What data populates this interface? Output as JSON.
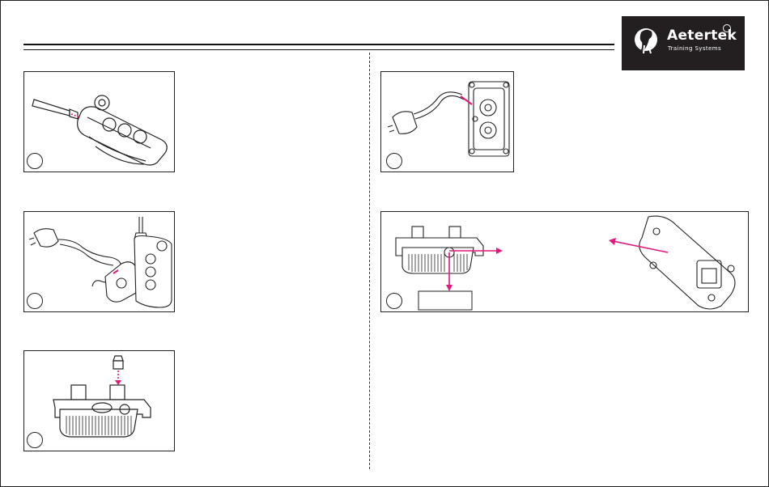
{
  "brand": {
    "name": "Aetertek",
    "tagline": "Training Systems"
  },
  "colors": {
    "accent": "#e4177b",
    "ink": "#222222",
    "logo_bg": "#231f20"
  },
  "panels": [
    {
      "name": "attach-antenna-to-transmitter"
    },
    {
      "name": "charge-transmitter-and-receiver"
    },
    {
      "name": "insert-contact-point-into-receiver"
    },
    {
      "name": "plug-charger-into-receiver"
    },
    {
      "name": "receiver-and-transmitter-charging-ports"
    }
  ]
}
